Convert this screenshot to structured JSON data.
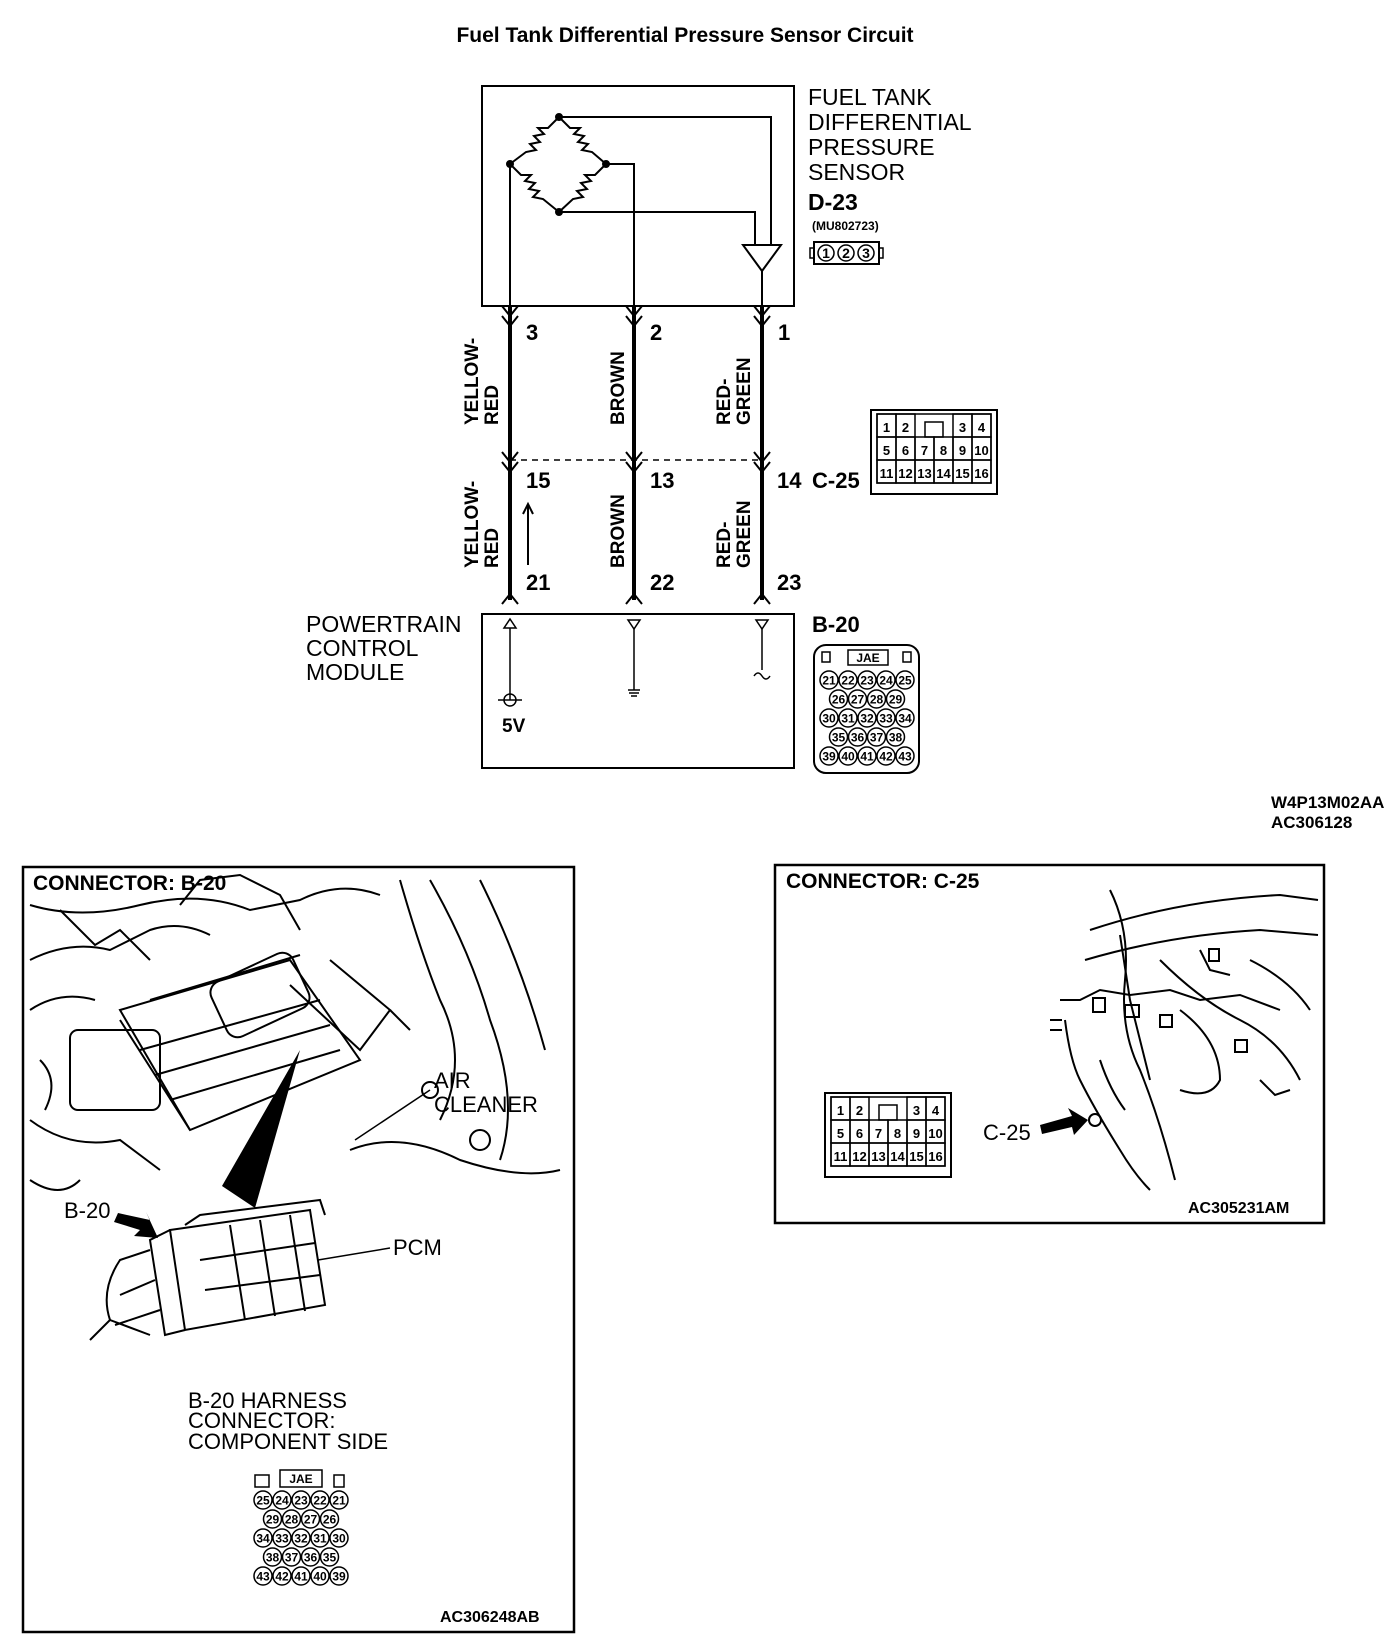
{
  "title": "Fuel Tank Differential Pressure Sensor Circuit",
  "sensor": {
    "name_lines": [
      "FUEL TANK",
      "DIFFERENTIAL",
      "PRESSURE",
      "SENSOR"
    ],
    "connector_id": "D-23",
    "part_no": "(MU802723)",
    "pins": [
      "1",
      "2",
      "3"
    ]
  },
  "wires_upper": [
    {
      "color_lines": [
        "YELLOW-",
        "RED"
      ],
      "sensor_pin": "3",
      "c25_pin": "15"
    },
    {
      "color_lines": [
        "BROWN"
      ],
      "sensor_pin": "2",
      "c25_pin": "13"
    },
    {
      "color_lines": [
        "RED-",
        "GREEN"
      ],
      "sensor_pin": "1",
      "c25_pin": "14"
    }
  ],
  "wires_lower": [
    {
      "color_lines": [
        "YELLOW-",
        "RED"
      ],
      "pcm_pin": "21"
    },
    {
      "color_lines": [
        "BROWN"
      ],
      "pcm_pin": "22"
    },
    {
      "color_lines": [
        "RED-",
        "GREEN"
      ],
      "pcm_pin": "23"
    }
  ],
  "c25": {
    "connector_id": "C-25",
    "rows": [
      [
        "1",
        "2",
        "",
        "",
        "3",
        "4"
      ],
      [
        "5",
        "6",
        "7",
        "8",
        "9",
        "10"
      ],
      [
        "11",
        "12",
        "13",
        "14",
        "15",
        "16"
      ]
    ]
  },
  "pcm": {
    "name_lines": [
      "POWERTRAIN",
      "CONTROL",
      "MODULE"
    ],
    "connector_id": "B-20",
    "voltage": "5V",
    "jae": "JAE",
    "rows": [
      [
        "21",
        "22",
        "23",
        "24",
        "25"
      ],
      [
        "26",
        "27",
        "28",
        "29"
      ],
      [
        "30",
        "31",
        "32",
        "33",
        "34"
      ],
      [
        "35",
        "36",
        "37",
        "38"
      ],
      [
        "39",
        "40",
        "41",
        "42",
        "43"
      ]
    ]
  },
  "codes": [
    "W4P13M02AA",
    "AC306128"
  ],
  "panel_b20": {
    "title": "CONNECTOR: B-20",
    "air_cleaner": [
      "AIR",
      "CLEANER"
    ],
    "b20_label": "B-20",
    "pcm_label": "PCM",
    "harness_lines": [
      "B-20 HARNESS",
      "CONNECTOR:",
      "COMPONENT SIDE"
    ],
    "jae": "JAE",
    "rows": [
      [
        "25",
        "24",
        "23",
        "22",
        "21"
      ],
      [
        "29",
        "28",
        "27",
        "26"
      ],
      [
        "34",
        "33",
        "32",
        "31",
        "30"
      ],
      [
        "38",
        "37",
        "36",
        "35"
      ],
      [
        "43",
        "42",
        "41",
        "40",
        "39"
      ]
    ],
    "code": "AC306248AB"
  },
  "panel_c25": {
    "title": "CONNECTOR: C-25",
    "label": "C-25",
    "rows": [
      [
        "1",
        "2",
        "",
        "",
        "3",
        "4"
      ],
      [
        "5",
        "6",
        "7",
        "8",
        "9",
        "10"
      ],
      [
        "11",
        "12",
        "13",
        "14",
        "15",
        "16"
      ]
    ],
    "code": "AC305231AM"
  }
}
